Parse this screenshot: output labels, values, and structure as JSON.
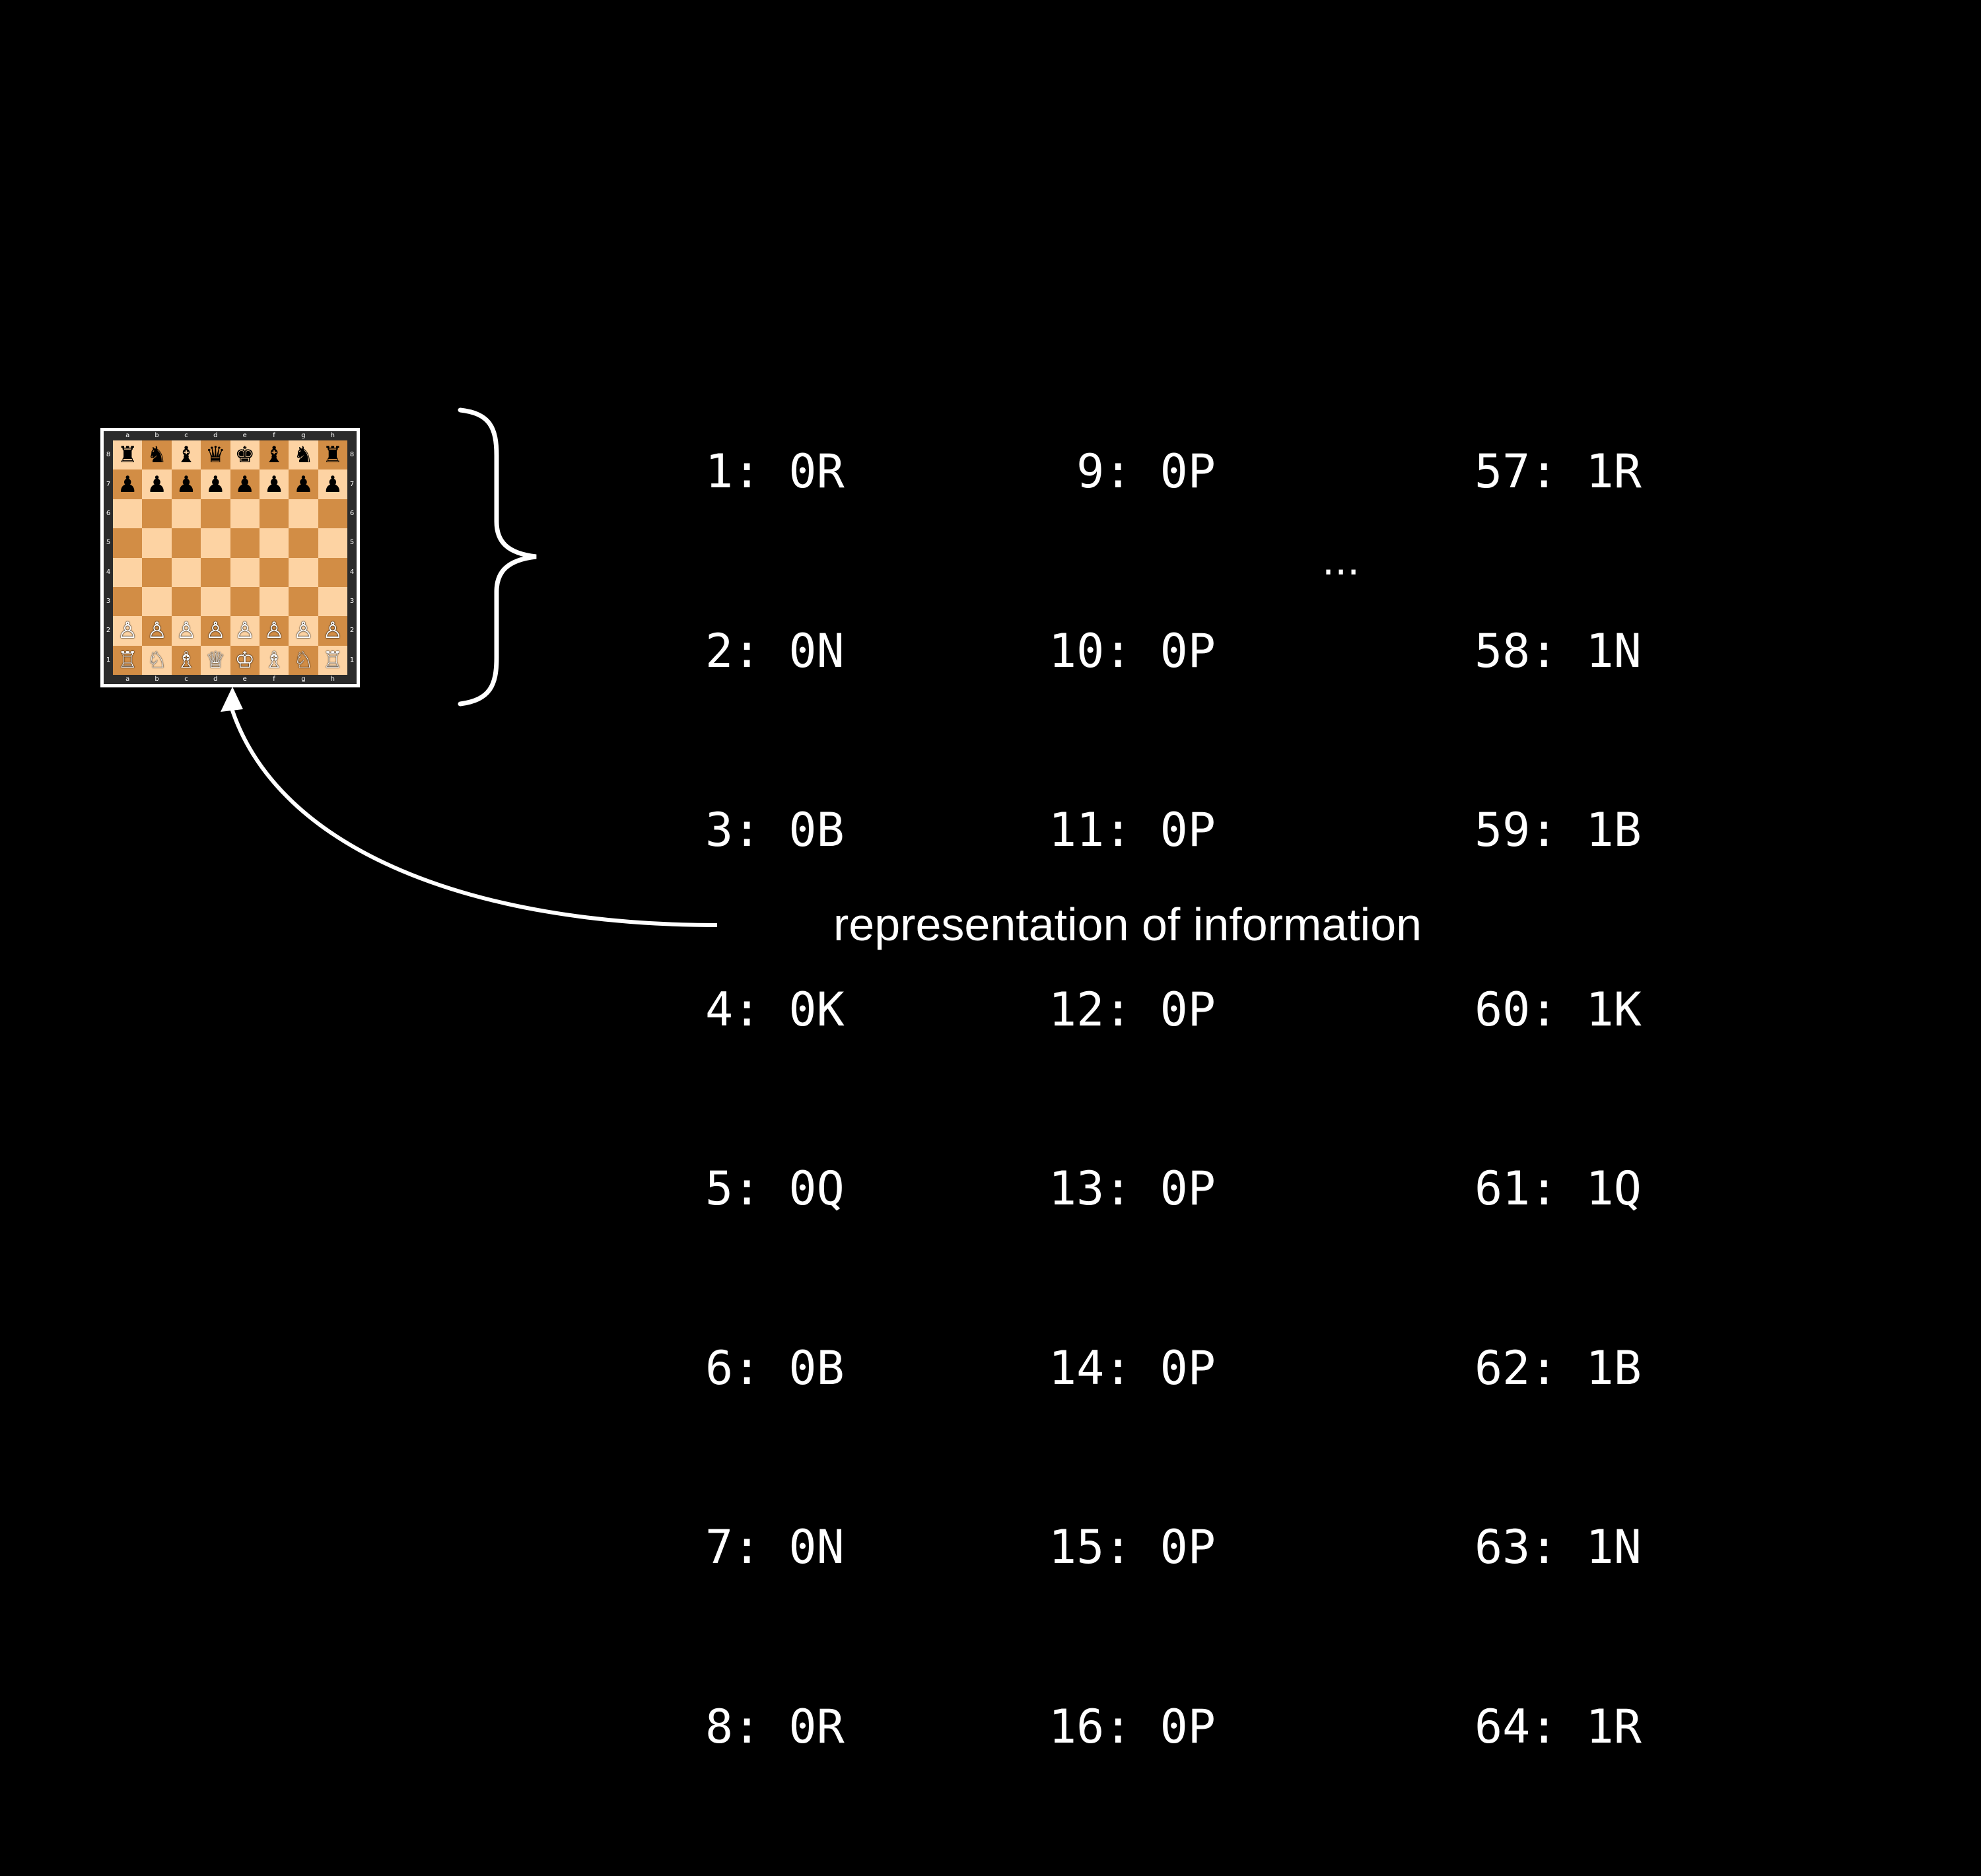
{
  "board": {
    "files": [
      "a",
      "b",
      "c",
      "d",
      "e",
      "f",
      "g",
      "h"
    ],
    "ranks": [
      "8",
      "7",
      "6",
      "5",
      "4",
      "3",
      "2",
      "1"
    ],
    "light_color": "#fdd3a3",
    "dark_color": "#d28d45",
    "pieces": [
      [
        "♜",
        "♞",
        "♝",
        "♛",
        "♚",
        "♝",
        "♞",
        "♜"
      ],
      [
        "♟",
        "♟",
        "♟",
        "♟",
        "♟",
        "♟",
        "♟",
        "♟"
      ],
      [
        "",
        "",
        "",
        "",
        "",
        "",
        "",
        ""
      ],
      [
        "",
        "",
        "",
        "",
        "",
        "",
        "",
        ""
      ],
      [
        "",
        "",
        "",
        "",
        "",
        "",
        "",
        ""
      ],
      [
        "",
        "",
        "",
        "",
        "",
        "",
        "",
        ""
      ],
      [
        "♙",
        "♙",
        "♙",
        "♙",
        "♙",
        "♙",
        "♙",
        "♙"
      ],
      [
        "♖",
        "♘",
        "♗",
        "♕",
        "♔",
        "♗",
        "♘",
        "♖"
      ]
    ]
  },
  "columns": [
    [
      "1: 0R",
      "2: 0N",
      "3: 0B",
      "4: 0K",
      "5: 0Q",
      "6: 0B",
      "7: 0N",
      "8: 0R"
    ],
    [
      " 9: 0P",
      "10: 0P",
      "11: 0P",
      "12: 0P",
      "13: 0P",
      "14: 0P",
      "15: 0P",
      "16: 0P"
    ],
    [
      "57: 1R",
      "58: 1N",
      "59: 1B",
      "60: 1K",
      "61: 1Q",
      "62: 1B",
      "63: 1N",
      "64: 1R"
    ]
  ],
  "ellipsis": "...",
  "caption": "representation of information",
  "colors": {
    "background": "#000000",
    "foreground": "#ffffff"
  }
}
